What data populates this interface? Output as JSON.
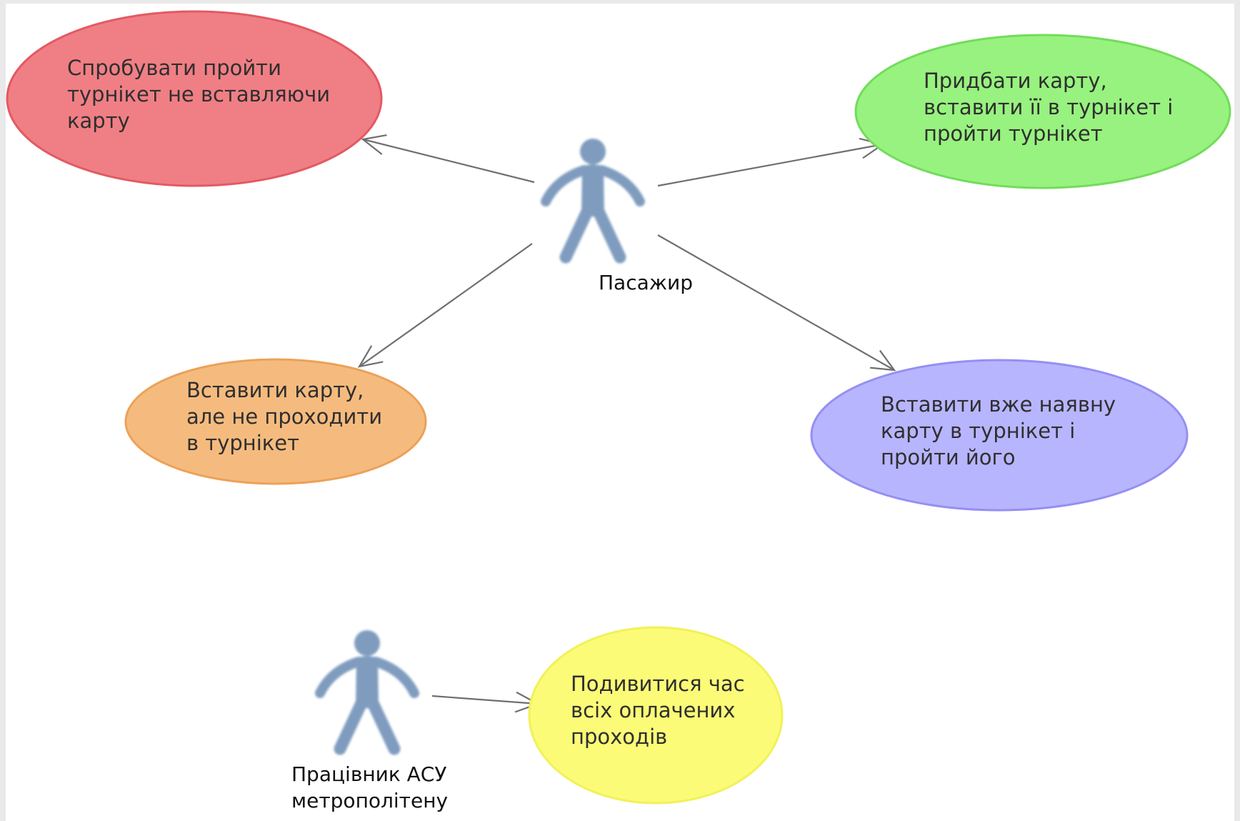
{
  "actors": [
    {
      "id": "passenger",
      "label": [
        "Пасажир"
      ]
    },
    {
      "id": "operator",
      "label": [
        "Працівник АСУ",
        "метрополітену"
      ]
    }
  ],
  "use_cases": [
    {
      "id": "uc_try_no_card",
      "lines": [
        "Спробувати пройти",
        "турнікет не вставляючи",
        "карту"
      ],
      "fill": "#f07f85",
      "stroke": "#e25a63"
    },
    {
      "id": "uc_buy_card",
      "lines": [
        "Придбати карту,",
        "вставити її в турнікет і",
        "пройти турнікет"
      ],
      "fill": "#98f27f",
      "stroke": "#72dc5a"
    },
    {
      "id": "uc_insert_no_pass",
      "lines": [
        "Вставити карту,",
        "але не проходити",
        "в турнікет"
      ],
      "fill": "#f5bb7e",
      "stroke": "#eca158"
    },
    {
      "id": "uc_existing_card",
      "lines": [
        "Вставити вже наявну",
        "карту в турнікет і",
        "пройти його"
      ],
      "fill": "#b8b5ff",
      "stroke": "#958ff3"
    },
    {
      "id": "uc_view_time",
      "lines": [
        "Подивитися час",
        "всіх оплачених",
        "проходів"
      ],
      "fill": "#fbfb77",
      "stroke": "#f1f15a"
    }
  ],
  "associations": [
    {
      "from": "passenger",
      "to": "uc_try_no_card"
    },
    {
      "from": "passenger",
      "to": "uc_buy_card"
    },
    {
      "from": "passenger",
      "to": "uc_insert_no_pass"
    },
    {
      "from": "passenger",
      "to": "uc_existing_card"
    },
    {
      "from": "operator",
      "to": "uc_view_time"
    }
  ],
  "colors": {
    "actor": "#7f9cbf",
    "line": "#6f6f6f"
  }
}
